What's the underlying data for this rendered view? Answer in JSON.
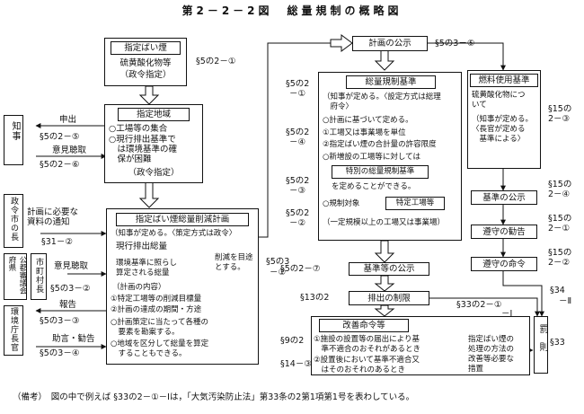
{
  "title": "第2－2－2図　総量規制の概略図",
  "nodes": {
    "shitei_baien": {
      "label": "指定ばい煙",
      "body": [
        "硫黄酸化物等",
        "（政令指定）"
      ]
    },
    "shitei_chiiki": {
      "label": "指定地域",
      "body": [
        "○工場等の集合",
        "○現行排出基準で",
        "　は環境基準の確",
        "　保が困難",
        "（政令指定）"
      ]
    },
    "sakugen_keikaku": {
      "label": "指定ばい煙総量削減計画",
      "body": [
        "（知事が定める。〈策定方式は政令〉",
        "現行排出総量",
        "環境基準に照らし",
        "算定される総量",
        "（計画の内容）",
        "①特定工場等の削減目標量",
        "②計画の達成の期間・方途",
        "○計画策定に当たって各種の",
        "　要素を勘案する。",
        "○地域を区分して総量を算定",
        "　することもできる。"
      ],
      "goal": [
        "削減を目途",
        "とする。"
      ]
    },
    "keikaku_kouji": {
      "label": "計画の公示"
    },
    "kisei_kijun": {
      "label": "総量規制基準",
      "body": [
        "（知事が定める。〈設定方式は総理",
        "　府令〉",
        "○計画に基づいて定める。",
        "①工場又は事業場を単位",
        "②指定ばい煙の合計量の許容限度",
        "○新増設の工場等に対しては",
        "を定めることができる。",
        "○規制対象",
        "（一定規模以上の工場又は事業場）"
      ],
      "special": "特別の総量規制基準",
      "target": "特定工場等"
    },
    "nenryo_kijun": {
      "label": "燃料使用基準",
      "body": [
        "硫黄酸化物につ",
        "いて",
        "（知事が定める。",
        "〈長官が定める",
        "　基準による〉"
      ]
    },
    "kijun_kouji_r": {
      "label": "基準の公示"
    },
    "junshu_kankoku": {
      "label": "遵守の勧告"
    },
    "junshu_meirei": {
      "label": "遵守の命令"
    },
    "kijuntou_kouji": {
      "label": "基準等の公示"
    },
    "haishutsu_seigen": {
      "label": "排出の制限"
    },
    "kaizen_meirei": {
      "label": "改善命令等",
      "body": [
        "①施設の設置等の届出により基",
        "　準不適合のおそれがあるとき",
        "②設置後において基準不適合又",
        "　はそのおそれのあるとき"
      ],
      "side": [
        "指定ばい煙の",
        "処理の方法の",
        "改善等必要な",
        "措置"
      ]
    },
    "chiji": {
      "label": "知事"
    },
    "shichouson": {
      "label": "政令市の長"
    },
    "giin": {
      "label": "公都審議会府県"
    },
    "shichouson2": {
      "label": "市町村長"
    },
    "choukan": {
      "label": "環境庁長官"
    },
    "batsu": {
      "label": "罰則"
    }
  },
  "annotations": {
    "s5_2_1": "§5の2－①",
    "s5_2_5": "§5の2－⑤",
    "s5_2_6": "§5の2－⑥",
    "moushide": "申出",
    "iken_choushu": "意見聴取",
    "s31_2": "§31－②",
    "tsuchi": [
      "計画に必要な",
      "資料の通知"
    ],
    "s5_3_2": "§5の3－②",
    "iken_choushu2": "意見聴取",
    "houkoku": "報告",
    "s5_3_3": "§5の3－③",
    "jogen": "助言・勧告",
    "s5_3_4": "§5の3－④",
    "s5_3_1": [
      "§5の3",
      "－①"
    ],
    "s5_3_5": "§5の3－⑤",
    "s5_2_1r": [
      "§5の2",
      "－①"
    ],
    "s5_2_4": [
      "§5の2",
      "－④"
    ],
    "s5_2_3": [
      "§5の2",
      "－③"
    ],
    "s5_2_2": [
      "§5の2",
      "－②"
    ],
    "s5_2_7": "§5の2－⑦",
    "s13_2": "§13の2",
    "s33_2": [
      "§33の2－①",
      "－Ⅰ"
    ],
    "s9_2": "§9の2",
    "s14_3": "§14－③",
    "s33": "§33",
    "s34": [
      "§34",
      "－Ⅱ"
    ],
    "s15_2_3": [
      "§15の",
      "2－③"
    ],
    "s15_2_4": [
      "§15の",
      "2－④"
    ],
    "s15_2_1": [
      "§15の",
      "2－①"
    ],
    "s15_2_2": [
      "§15の",
      "2－②"
    ]
  },
  "note": "（備考）　図の中で例えば §33の2－①－Ⅰは，「大気汚染防止法」第33条の2第1項第1号を表わしている。"
}
